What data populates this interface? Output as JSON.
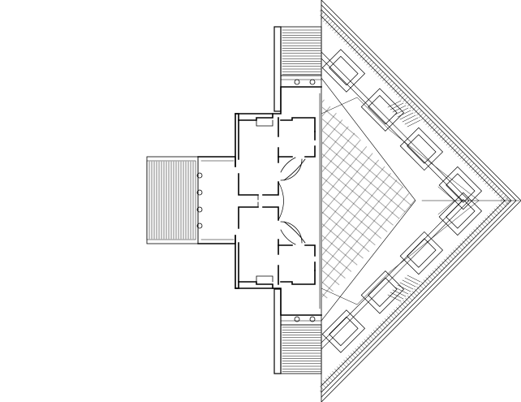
{
  "drawing": {
    "kind": "architectural floor plan",
    "colors": {
      "background": "#ffffff",
      "line": "#000000"
    },
    "elements": [
      "main-entrance-stair",
      "west-portico",
      "north-side-stair",
      "south-side-stair",
      "north-wing-rooms",
      "south-wing-rooms",
      "central-hall",
      "diamond-courtyard",
      "courtyard-paving",
      "colonnade-gallery",
      "corner-stairs"
    ]
  }
}
